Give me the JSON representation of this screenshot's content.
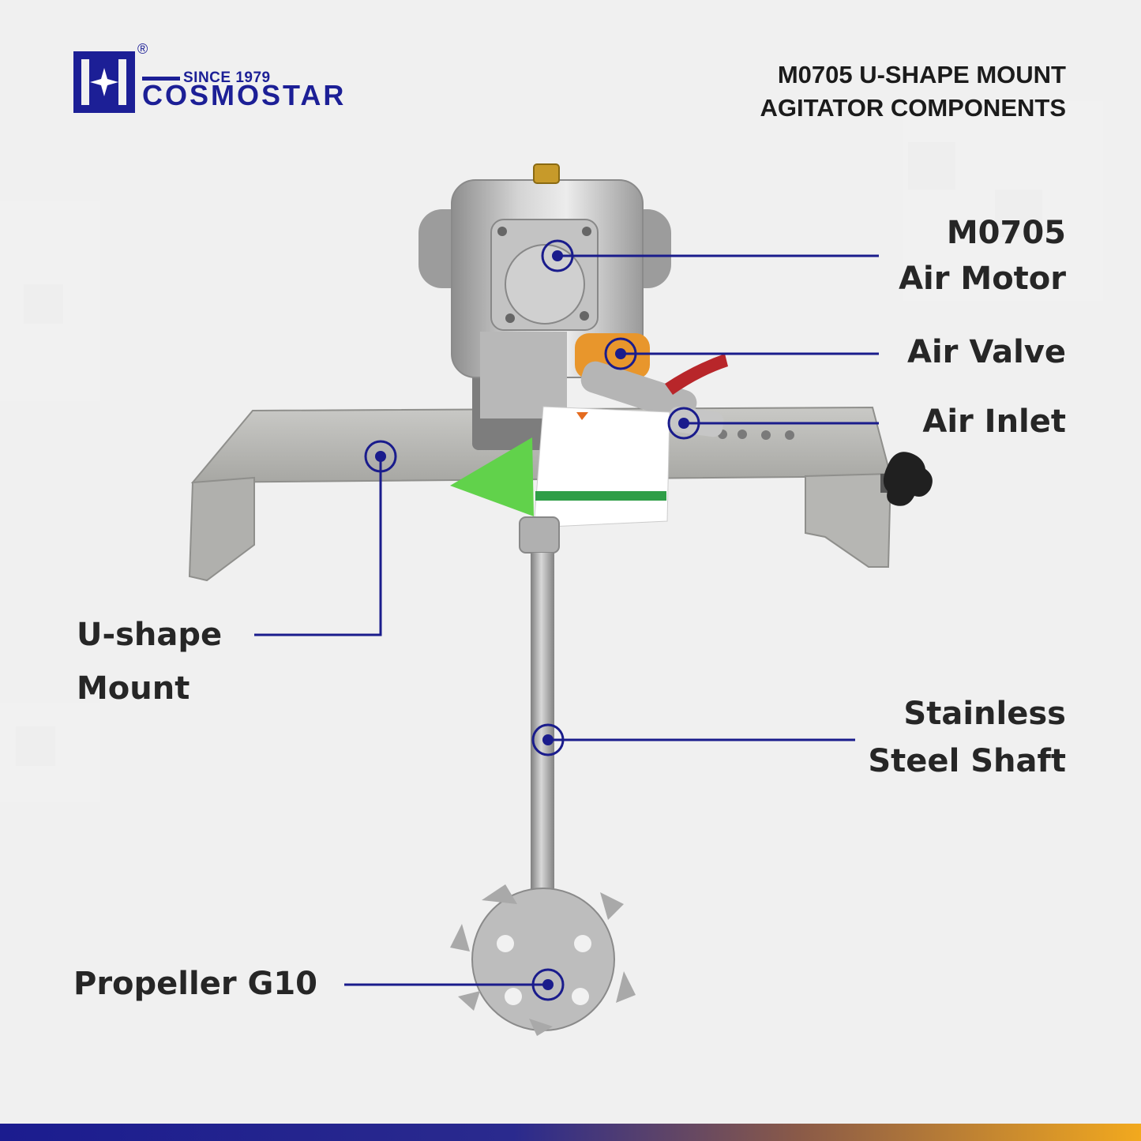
{
  "brand": {
    "reg_mark": "®",
    "since": "SINCE 1979",
    "name": "COSMOSTAR",
    "color": "#1c1f96"
  },
  "title": {
    "line1": "M0705 U-SHAPE MOUNT",
    "line2": "AGITATOR COMPONENTS"
  },
  "labels": {
    "air_motor": [
      "M0705",
      "Air Motor"
    ],
    "air_valve": [
      "Air Valve"
    ],
    "air_inlet": [
      "Air Inlet"
    ],
    "u_shape_mount": [
      "U-shape",
      "Mount"
    ],
    "stainless_shaft": [
      "Stainless",
      "Steel Shaft"
    ],
    "propeller": [
      "Propeller G10"
    ]
  },
  "colors": {
    "callout": "#1a1c8c",
    "background": "#f1f1f1",
    "bar_start": "#1b1c8f",
    "bar_end": "#f2a91e"
  }
}
